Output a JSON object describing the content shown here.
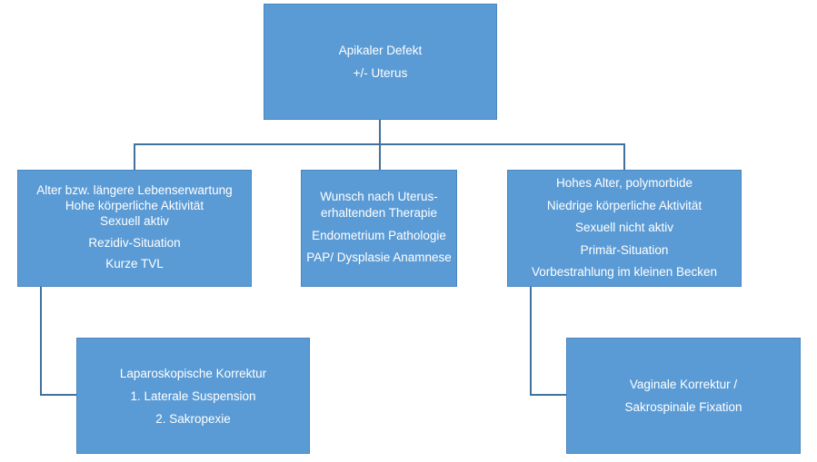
{
  "root": {
    "lines": [
      "Apikaler Defekt",
      "+/- Uterus"
    ]
  },
  "branches": {
    "left": {
      "lines": [
        "Alter bzw. längere Lebenserwartung",
        "Hohe körperliche Aktivität",
        "Sexuell aktiv",
        "Rezidiv-Situation",
        "Kurze TVL"
      ]
    },
    "middle": {
      "lines": [
        "Wunsch nach Uterus-",
        "erhaltenden Therapie",
        "Endometrium  Pathologie",
        "PAP/ Dysplasie Anamnese"
      ]
    },
    "right": {
      "lines": [
        "Hohes Alter, polymorbide",
        "Niedrige körperliche Aktivität",
        "Sexuell nicht aktiv",
        "Primär-Situation",
        "Vorbestrahlung im kleinen Becken"
      ]
    }
  },
  "outcomes": {
    "left": {
      "lines": [
        "Laparoskopische Korrektur",
        "1. Laterale Suspension",
        "2. Sakropexie"
      ]
    },
    "right": {
      "lines": [
        "Vaginale Korrektur /",
        "Sakrospinale Fixation"
      ]
    }
  },
  "colors": {
    "box_fill": "#5B9BD5",
    "box_border": "#4a86c0",
    "connector": "#41719C",
    "text": "#ffffff"
  }
}
